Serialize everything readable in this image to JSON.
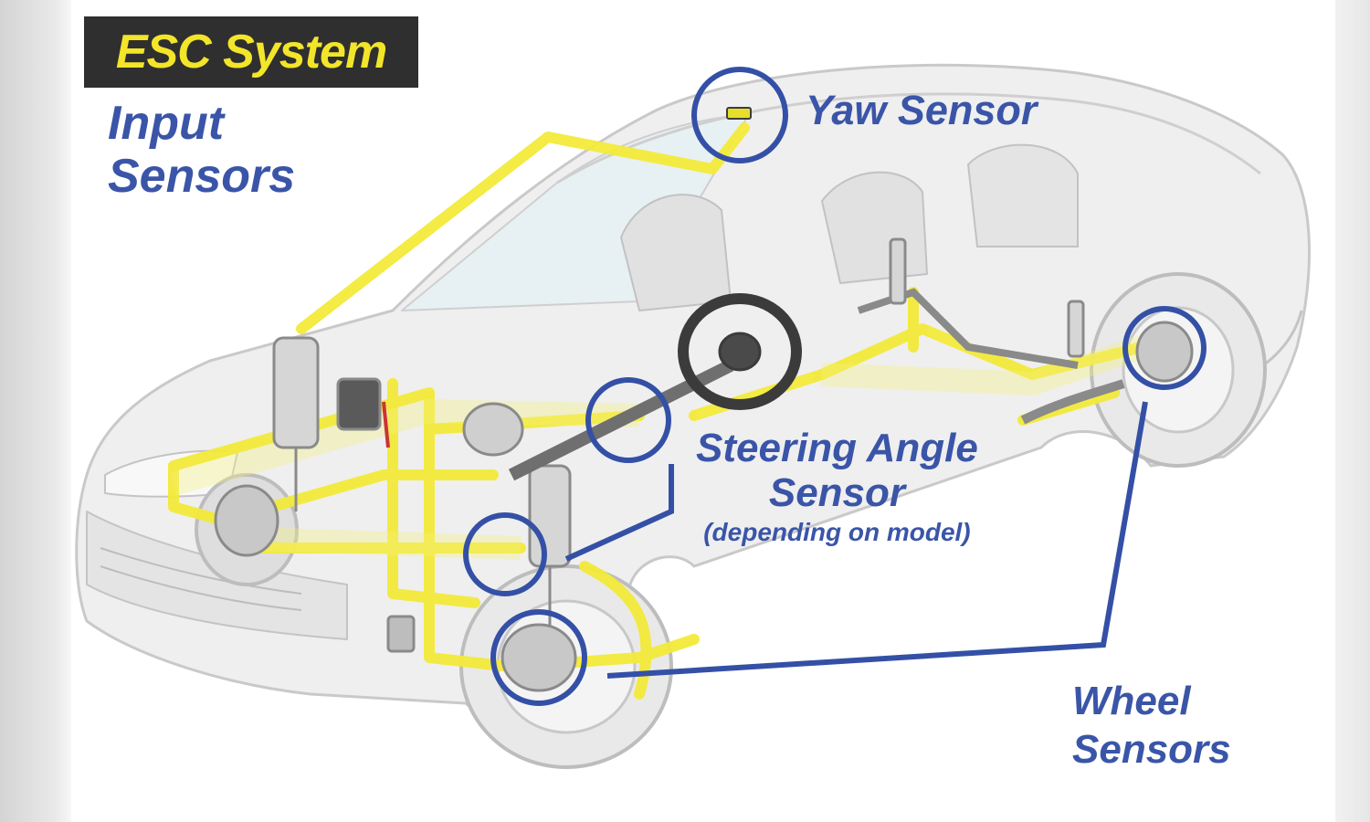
{
  "title": "ESC System",
  "labels": {
    "input_sensors": [
      "Input",
      "Sensors"
    ],
    "yaw_sensor": "Yaw Sensor",
    "steering_angle_sensor": [
      "Steering Angle",
      "Sensor"
    ],
    "steering_note": "(depending on model)",
    "wheel_sensors": [
      "Wheel",
      "Sensors"
    ]
  },
  "colors": {
    "title_bg": "#2f2f2f",
    "title_text": "#f2e52a",
    "label_text": "#3a55a8",
    "callout": "#3450a6",
    "wiring": "#f3ea3a",
    "car_outline": "#c6c6c6",
    "car_fill": "#eeeeee"
  },
  "icons": {
    "car": "car-cutaway-illustration",
    "callouts": "circle-callout"
  }
}
